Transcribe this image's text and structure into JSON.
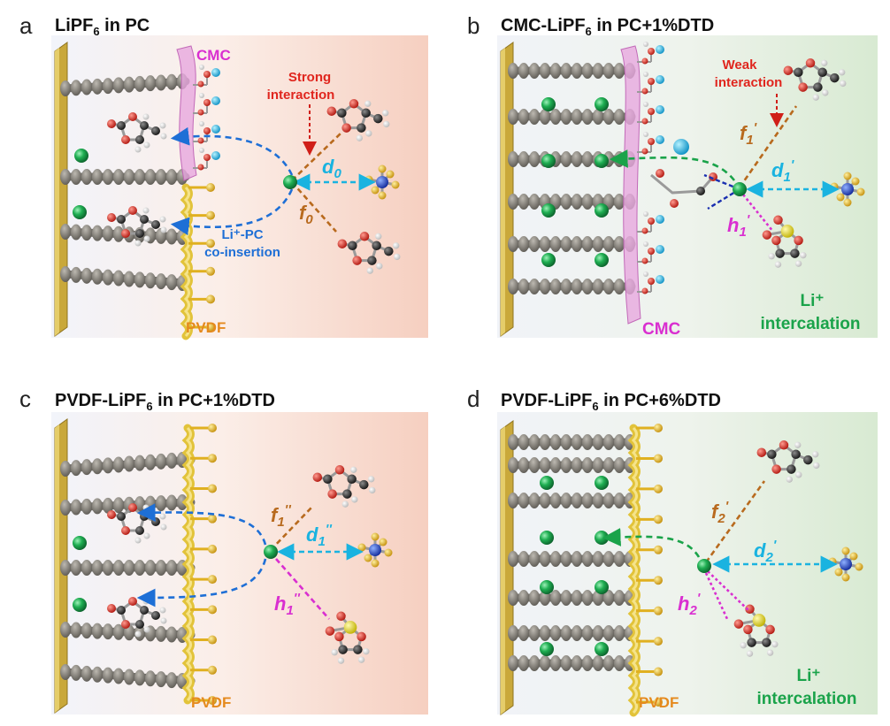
{
  "panels": {
    "a": {
      "letter": "a",
      "title_pre": "LiPF",
      "title_sub": "6",
      "title_post": " in PC",
      "cmc": "CMC",
      "pvdf": "PVDF",
      "interaction_line1": "Strong",
      "interaction_line2": "interaction",
      "d": "d",
      "d_sub": "0",
      "f": "f",
      "f_sub": "0",
      "co_line1": "Li⁺-PC",
      "co_line2": "co-insertion"
    },
    "b": {
      "letter": "b",
      "title_pre": "CMC-LiPF",
      "title_sub": "6",
      "title_post": " in PC+1%DTD",
      "cmc": "CMC",
      "interaction_line1": "Weak",
      "interaction_line2": "interaction",
      "f": "f",
      "f_sub": "1",
      "f_prime": "'",
      "d": "d",
      "d_sub": "1",
      "d_prime": "'",
      "h": "h",
      "h_sub": "1",
      "h_prime": "'",
      "li_line1": "Li⁺",
      "li_line2": "intercalation"
    },
    "c": {
      "letter": "c",
      "title_pre": "PVDF-LiPF",
      "title_sub": "6",
      "title_post": " in PC+1%DTD",
      "pvdf": "PVDF",
      "f": "f",
      "f_sub": "1",
      "f_prime": "''",
      "d": "d",
      "d_sub": "1",
      "d_prime": "''",
      "h": "h",
      "h_sub": "1",
      "h_prime": "''"
    },
    "d": {
      "letter": "d",
      "title_pre": "PVDF-LiPF",
      "title_sub": "6",
      "title_post": " in PC+6%DTD",
      "pvdf": "PVDF",
      "f": "f",
      "f_sub": "2",
      "f_prime": "'",
      "d": "d",
      "d_sub": "2",
      "d_prime": "'",
      "h": "h",
      "h_sub": "2",
      "h_prime": "'",
      "li_line1": "Li⁺",
      "li_line2": "intercalation"
    }
  },
  "colors": {
    "graphite": "#7d7a73",
    "electrode": "#c9a83a",
    "li_ion": "#1f9e4c",
    "carbon": "#2a2a2a",
    "oxygen": "#d8261e",
    "hydrogen": "#f2f2f2",
    "phosphorus": "#2347c8",
    "fluorine": "#e0b020",
    "sulfur": "#e6d61c",
    "cmc": "#d98ad0",
    "pvdf": "#e2c33a",
    "blue_arrow": "#1e6fd6",
    "green_arrow": "#1aa34a",
    "cyan_arrow": "#1ab3e0",
    "brown_line": "#b86a1e",
    "magenta_line": "#d92fd0",
    "red_text": "#e0261e",
    "bg_warm": "#f7d7c8",
    "bg_green": "#dcebd6"
  }
}
